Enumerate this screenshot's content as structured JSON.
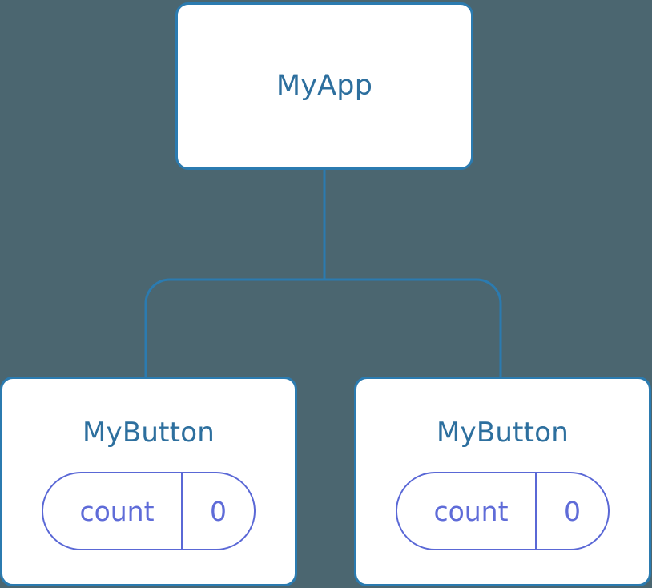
{
  "diagram": {
    "kind": "component-tree",
    "background_color": "#4b6670",
    "node_border_color": "#2b7bb0",
    "node_fill_color": "#ffffff",
    "node_title_color": "#2d6f9e",
    "edge_color": "#2b7bb0",
    "state_accent_color": "#5a68d6"
  },
  "root": {
    "title": "MyApp"
  },
  "children": [
    {
      "title": "MyButton",
      "state": {
        "key": "count",
        "value": "0"
      }
    },
    {
      "title": "MyButton",
      "state": {
        "key": "count",
        "value": "0"
      }
    }
  ]
}
